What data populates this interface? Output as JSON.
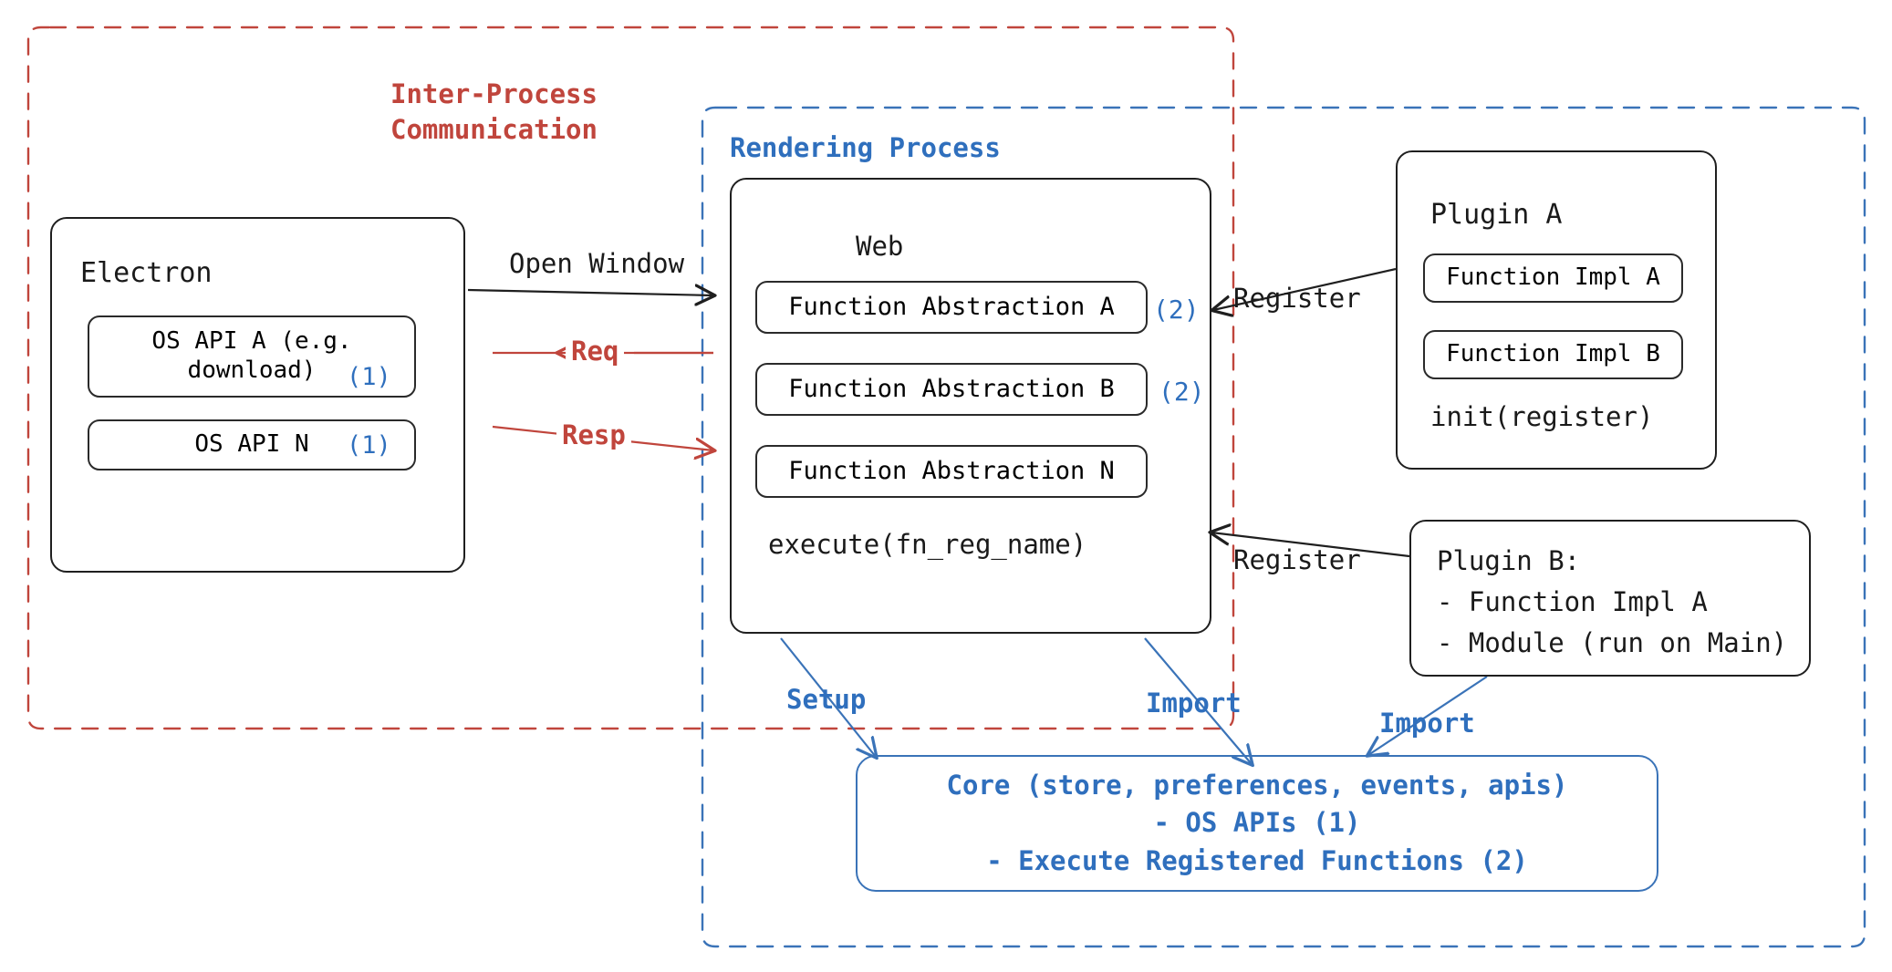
{
  "containers": {
    "ipc": {
      "label": "Inter-Process\nCommunication",
      "color": "#c0453c",
      "style": "dashed"
    },
    "rendering": {
      "label": "Rendering Process",
      "color": "#3a73b8",
      "style": "dashed"
    }
  },
  "electron": {
    "title": "Electron",
    "items": [
      {
        "label": "OS API A (e.g.\ndownload)",
        "tag": "(1)"
      },
      {
        "label": "OS API N",
        "tag": "(1)"
      }
    ]
  },
  "web": {
    "title": "Web",
    "items": [
      {
        "label": "Function Abstraction A",
        "tag": "(2)"
      },
      {
        "label": "Function Abstraction B",
        "tag": "(2)"
      },
      {
        "label": "Function Abstraction N",
        "tag": ""
      }
    ],
    "footer": "execute(fn_reg_name)"
  },
  "plugin_a": {
    "title": "Plugin A",
    "items": [
      {
        "label": "Function Impl A"
      },
      {
        "label": "Function Impl B"
      }
    ],
    "footer": "init(register)"
  },
  "plugin_b": {
    "title": "Plugin B:",
    "lines": [
      "- Function Impl A",
      "- Module (run on Main)"
    ]
  },
  "core": {
    "lines": [
      "Core (store, preferences, events, apis)",
      "- OS APIs (1)",
      "- Execute Registered Functions (2)"
    ]
  },
  "edges": {
    "open_window": "Open Window",
    "req": "Req",
    "resp": "Resp",
    "register_a": "Register",
    "register_b": "Register",
    "setup": "Setup",
    "import_web": "Import",
    "import_plugin_b": "Import"
  },
  "colors": {
    "red": "#c0453c",
    "blue": "#3a73b8",
    "blue_text": "#2f6fbd",
    "ink": "#1a1a1a"
  }
}
